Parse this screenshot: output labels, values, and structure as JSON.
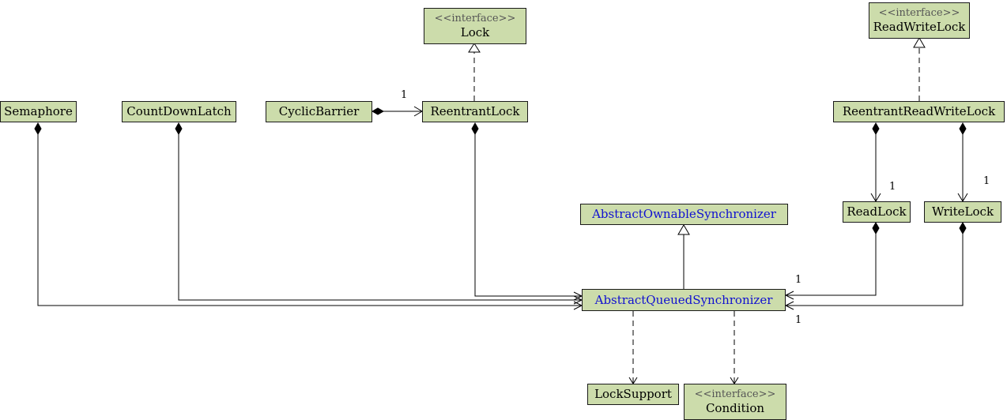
{
  "stereotype": "<<interface>>",
  "nodes": {
    "lock": {
      "name": "Lock",
      "interface": true
    },
    "read_write_lock": {
      "name": "ReadWriteLock",
      "interface": true
    },
    "semaphore": {
      "name": "Semaphore"
    },
    "count_down_latch": {
      "name": "CountDownLatch"
    },
    "cyclic_barrier": {
      "name": "CyclicBarrier"
    },
    "reentrant_lock": {
      "name": "ReentrantLock"
    },
    "reentrant_read_write_lock": {
      "name": "ReentrantReadWriteLock"
    },
    "read_lock": {
      "name": "ReadLock"
    },
    "write_lock": {
      "name": "WriteLock"
    },
    "abstract_ownable_synchronizer": {
      "name": "AbstractOwnableSynchronizer",
      "abstract": true
    },
    "abstract_queued_synchronizer": {
      "name": "AbstractQueuedSynchronizer",
      "abstract": true
    },
    "lock_support": {
      "name": "LockSupport"
    },
    "condition": {
      "name": "Condition",
      "interface": true
    }
  },
  "relations": [
    {
      "from": "ReentrantLock",
      "to": "Lock",
      "type": "realization"
    },
    {
      "from": "ReentrantReadWriteLock",
      "to": "ReadWriteLock",
      "type": "realization"
    },
    {
      "from": "CyclicBarrier",
      "to": "ReentrantLock",
      "type": "composition",
      "multiplicity": "1"
    },
    {
      "from": "ReentrantReadWriteLock",
      "to": "ReadLock",
      "type": "composition",
      "multiplicity": "1"
    },
    {
      "from": "ReentrantReadWriteLock",
      "to": "WriteLock",
      "type": "composition",
      "multiplicity": "1"
    },
    {
      "from": "Semaphore",
      "to": "AbstractQueuedSynchronizer",
      "type": "composition"
    },
    {
      "from": "CountDownLatch",
      "to": "AbstractQueuedSynchronizer",
      "type": "composition"
    },
    {
      "from": "ReentrantLock",
      "to": "AbstractQueuedSynchronizer",
      "type": "composition"
    },
    {
      "from": "ReadLock",
      "to": "AbstractQueuedSynchronizer",
      "type": "composition",
      "multiplicity": "1"
    },
    {
      "from": "WriteLock",
      "to": "AbstractQueuedSynchronizer",
      "type": "composition",
      "multiplicity": "1"
    },
    {
      "from": "AbstractQueuedSynchronizer",
      "to": "AbstractOwnableSynchronizer",
      "type": "generalization"
    },
    {
      "from": "AbstractQueuedSynchronizer",
      "to": "LockSupport",
      "type": "dependency"
    },
    {
      "from": "AbstractQueuedSynchronizer",
      "to": "Condition",
      "type": "dependency"
    }
  ],
  "colors": {
    "node_fill": "#ccdcab",
    "abstract_text": "#1010d0",
    "line": "#000000"
  }
}
